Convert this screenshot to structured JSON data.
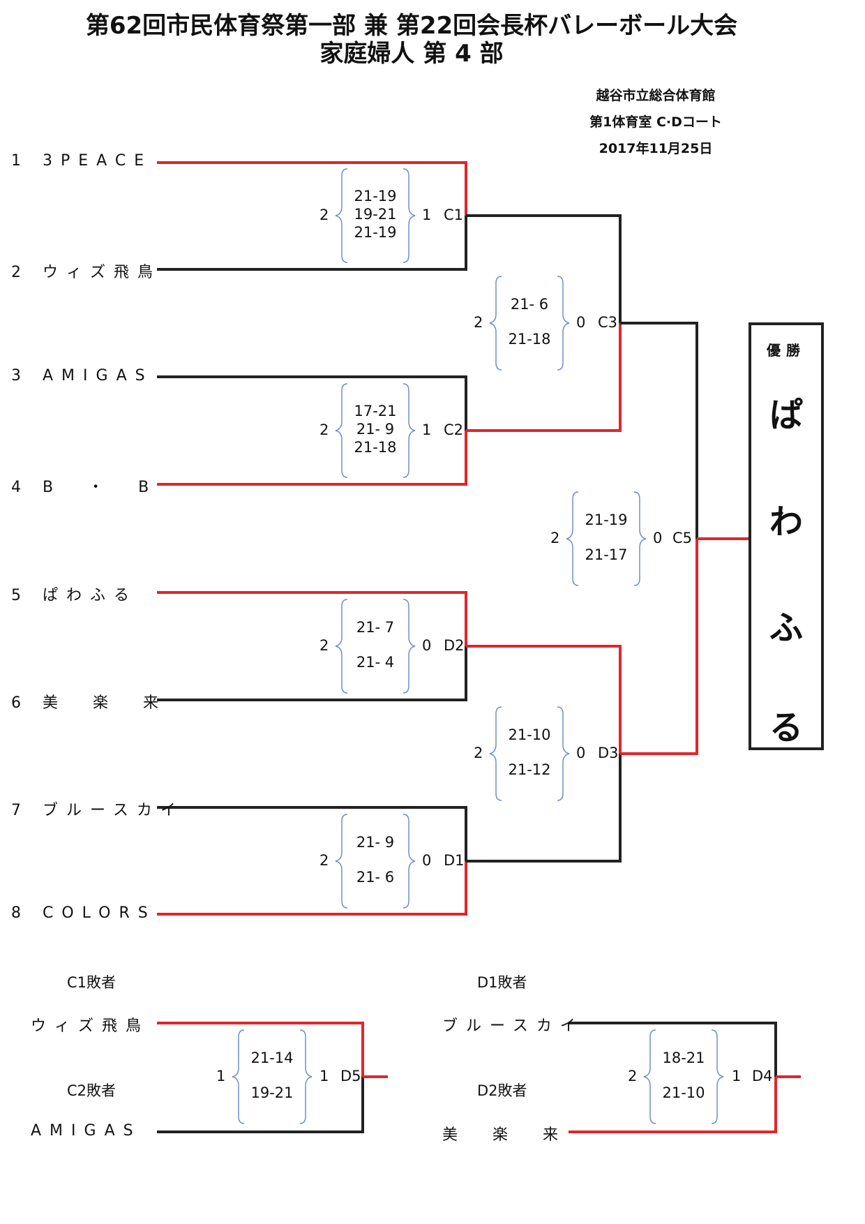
{
  "header": {
    "title_line1": "第62回市民体育祭第一部 兼 第22回会長杯バレーボール大会",
    "title_line2": "家庭婦人 第 4 部",
    "venue": "越谷市立総合体育館",
    "court": "第1体育室 C·Dコート",
    "date": "2017年11月25日"
  },
  "teams": [
    {
      "seed": "1",
      "name": "3PEACE"
    },
    {
      "seed": "2",
      "name": "ウィズ飛鳥"
    },
    {
      "seed": "3",
      "name": "AMIGAS"
    },
    {
      "seed": "4",
      "name": "B  ・  B"
    },
    {
      "seed": "5",
      "name": "ぱわふる"
    },
    {
      "seed": "6",
      "name": "美  楽  来"
    },
    {
      "seed": "7",
      "name": "ブルースカイ"
    },
    {
      "seed": "8",
      "name": "COLORS"
    }
  ],
  "matches": {
    "C1": {
      "code": "C1",
      "left": "2",
      "right": "1",
      "sets": [
        "21-19",
        "19-21",
        "21-19"
      ]
    },
    "C2": {
      "code": "C2",
      "left": "2",
      "right": "1",
      "sets": [
        "17-21",
        "21- 9",
        "21-18"
      ]
    },
    "D2": {
      "code": "D2",
      "left": "2",
      "right": "0",
      "sets": [
        "21- 7",
        "21- 4"
      ]
    },
    "D1": {
      "code": "D1",
      "left": "2",
      "right": "0",
      "sets": [
        "21- 9",
        "21- 6"
      ]
    },
    "C3": {
      "code": "C3",
      "left": "2",
      "right": "0",
      "sets": [
        "21- 6",
        "21-18"
      ]
    },
    "D3": {
      "code": "D3",
      "left": "2",
      "right": "0",
      "sets": [
        "21-10",
        "21-12"
      ]
    },
    "C5": {
      "code": "C5",
      "left": "2",
      "right": "0",
      "sets": [
        "21-19",
        "21-17"
      ]
    },
    "D5": {
      "code": "D5",
      "left": "1",
      "right": "1",
      "sets": [
        "21-14",
        "19-21"
      ]
    },
    "D4": {
      "code": "D4",
      "left": "2",
      "right": "1",
      "sets": [
        "18-21",
        "21-10"
      ]
    }
  },
  "champion": {
    "label": "優勝",
    "chars": [
      "ぱ",
      "わ",
      "ふ",
      "る"
    ]
  },
  "consolation": {
    "left": {
      "top_label": "C1敗者",
      "top_team": "ウィズ飛鳥",
      "bottom_label": "C2敗者",
      "bottom_team": "AMIGAS"
    },
    "right": {
      "top_label": "D1敗者",
      "top_team": "ブルースカイ",
      "bottom_label": "D2敗者",
      "bottom_team": "美  楽  来"
    }
  },
  "colors": {
    "winner_line": "#e0262b",
    "loser_line": "#222222",
    "brace": "#6e8fc7"
  }
}
